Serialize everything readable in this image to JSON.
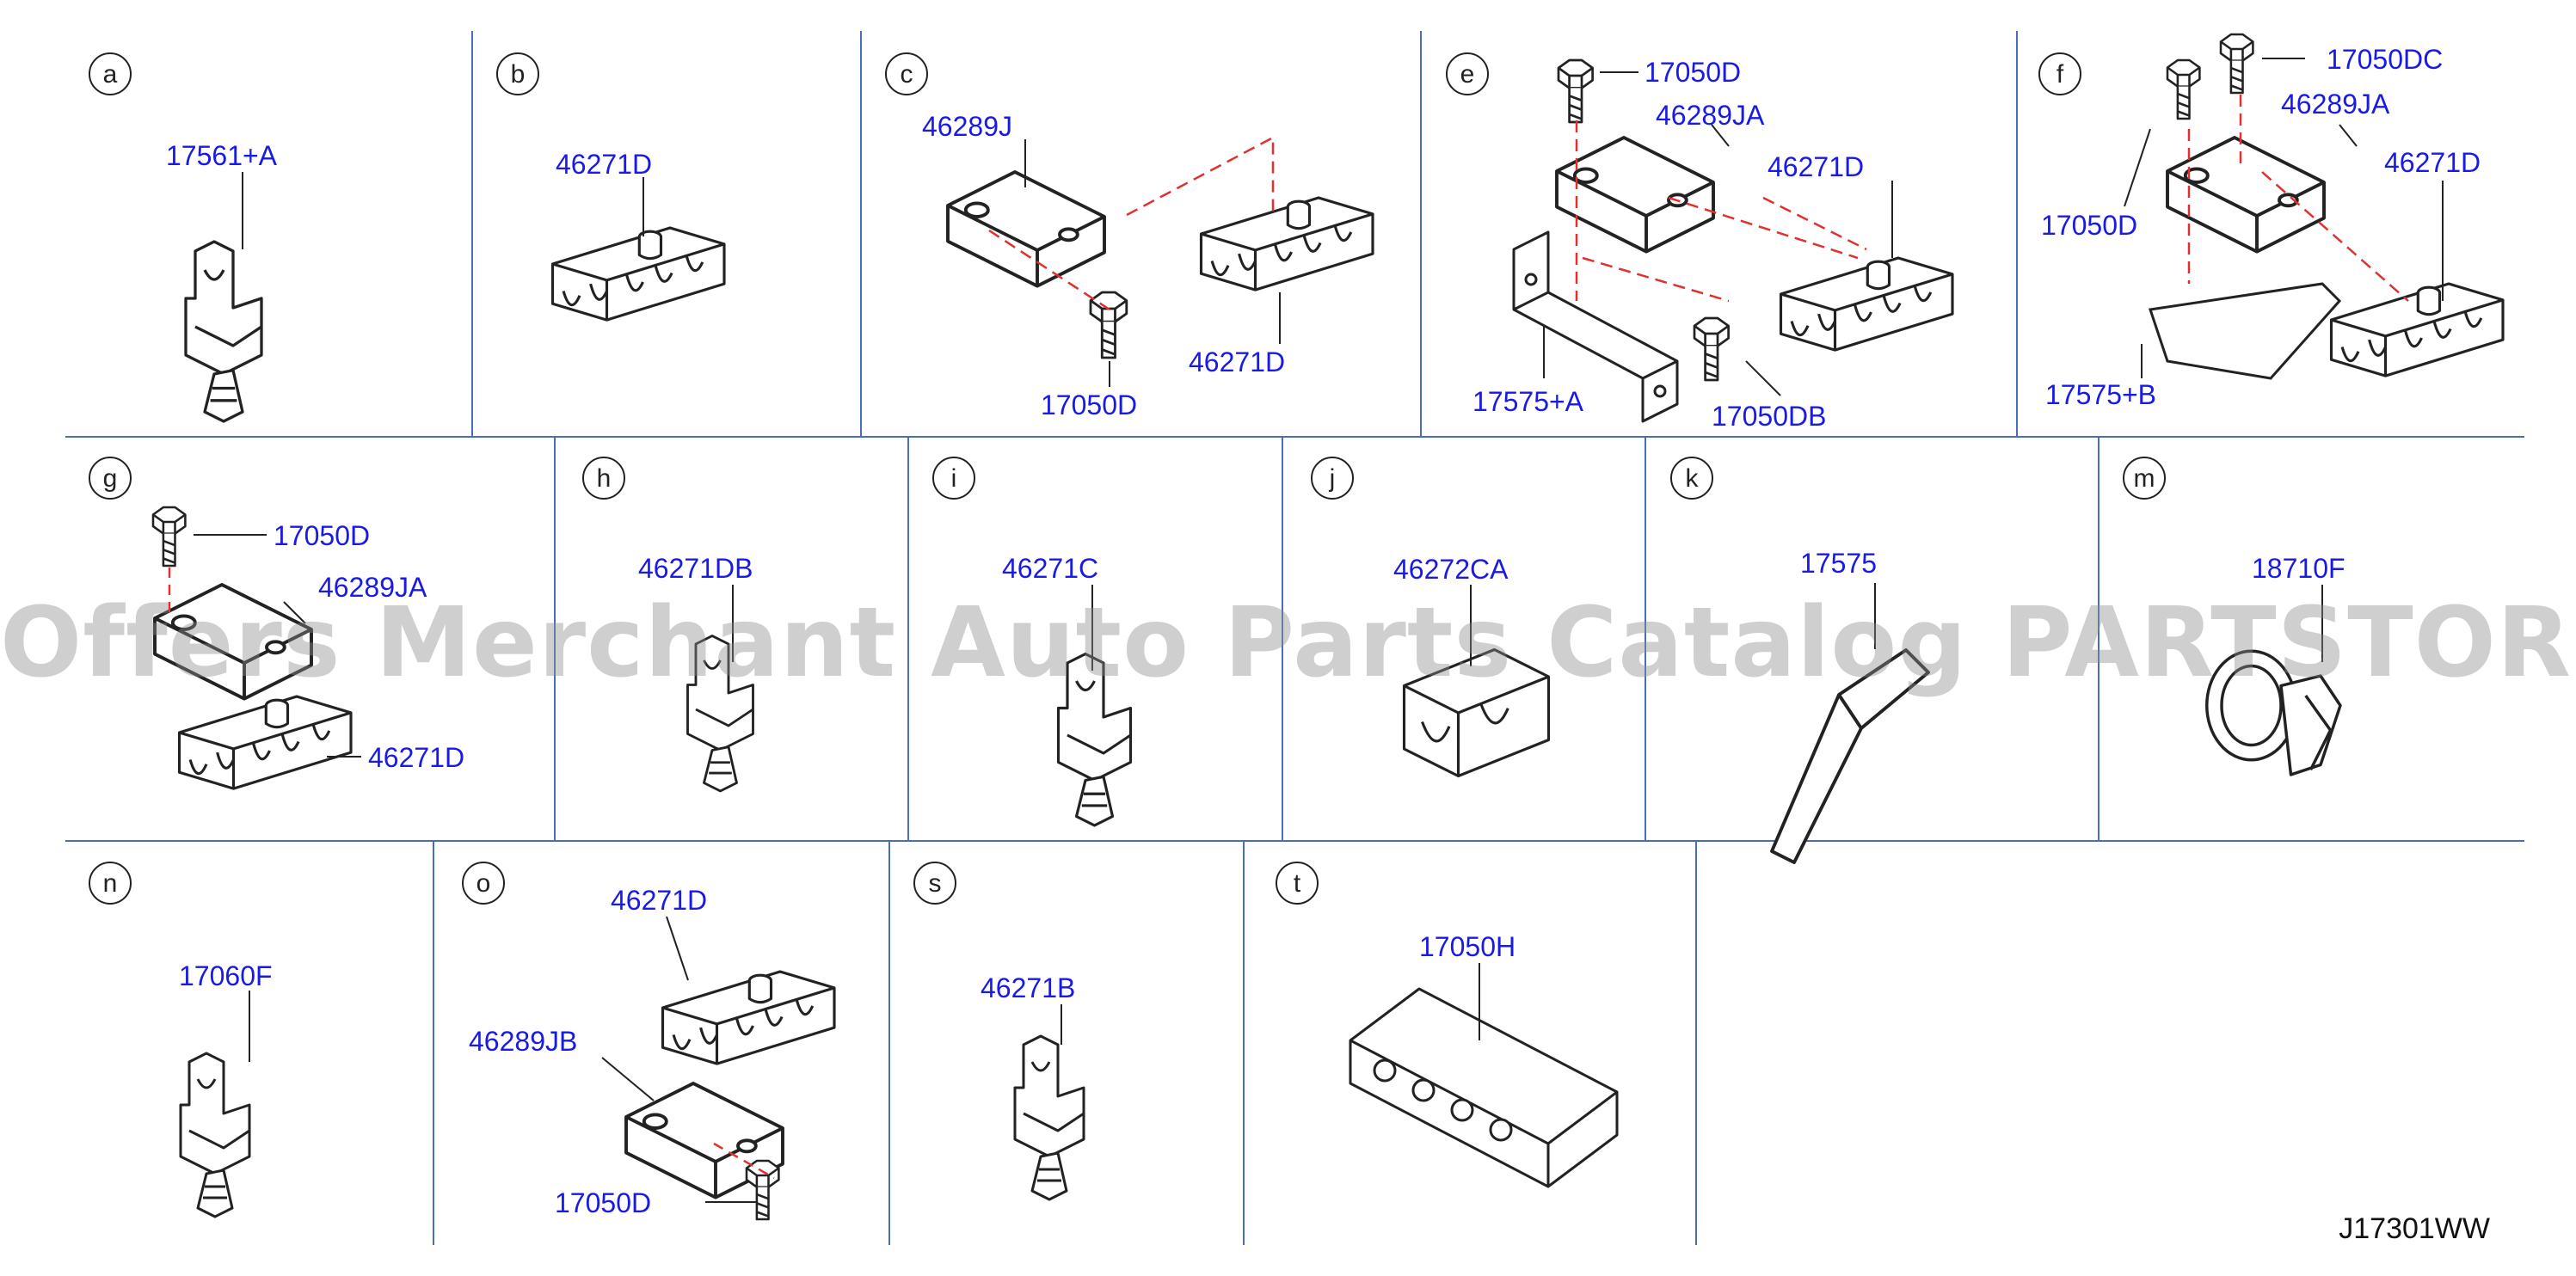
{
  "colors": {
    "divider": "#4a6db8",
    "callout": "#1a1ae6",
    "dash": "#e03030",
    "ink": "#222222"
  },
  "cells": [
    {
      "letter": "a",
      "parts": [
        "17561+A"
      ]
    },
    {
      "letter": "b",
      "parts": [
        "46271D"
      ]
    },
    {
      "letter": "c",
      "parts": [
        "46289J",
        "46271D",
        "17050D"
      ]
    },
    {
      "letter": "e",
      "parts": [
        "17050D",
        "46289JA",
        "46271D",
        "17575+A",
        "17050DB"
      ]
    },
    {
      "letter": "f",
      "parts": [
        "17050DC",
        "46289JA",
        "17050D",
        "46271D",
        "17575+B"
      ]
    },
    {
      "letter": "g",
      "parts": [
        "17050D",
        "46289JA",
        "46271D"
      ]
    },
    {
      "letter": "h",
      "parts": [
        "46271DB"
      ]
    },
    {
      "letter": "i",
      "parts": [
        "46271C"
      ]
    },
    {
      "letter": "j",
      "parts": [
        "46272CA"
      ]
    },
    {
      "letter": "k",
      "parts": [
        "17575"
      ]
    },
    {
      "letter": "m",
      "parts": [
        "18710F"
      ]
    },
    {
      "letter": "n",
      "parts": [
        "17060F"
      ]
    },
    {
      "letter": "o",
      "parts": [
        "46271D",
        "46289JB",
        "17050D"
      ]
    },
    {
      "letter": "s",
      "parts": [
        "46271B"
      ]
    },
    {
      "letter": "t",
      "parts": [
        "17050H"
      ]
    }
  ],
  "watermark": "Offers Merchant Auto Parts Catalog PARTSTORE.SA",
  "diagram_code": "J17301WW"
}
